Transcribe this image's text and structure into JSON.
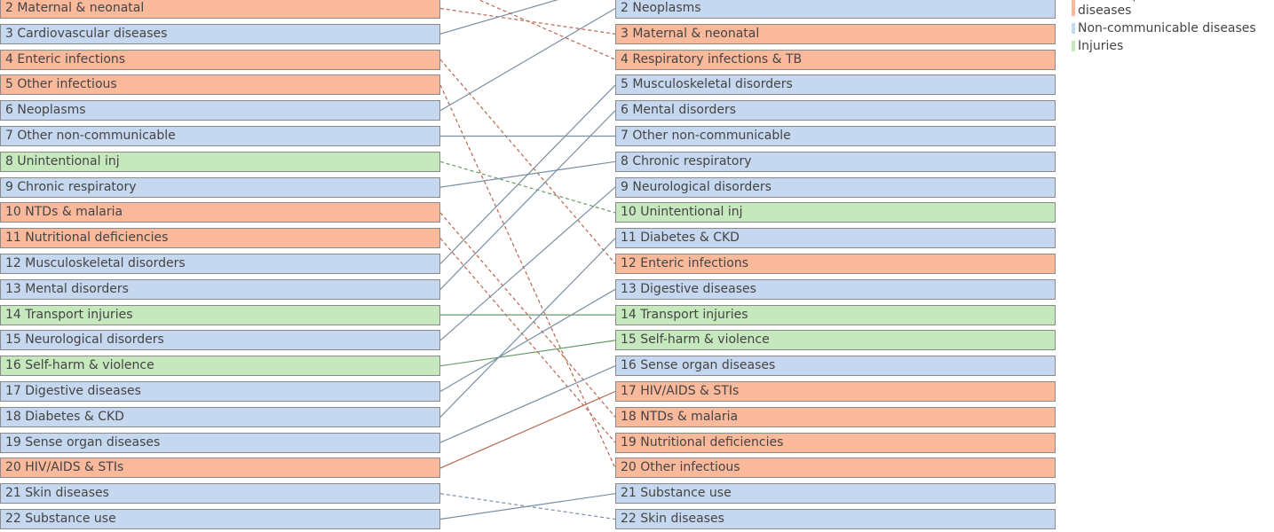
{
  "colors": {
    "cmnn_fill": "#fbb99b",
    "ncd_fill": "#c5d8ef",
    "inj_fill": "#c5e8bd",
    "cmnn_line": "#b8664f",
    "ncd_line": "#7a8fa3",
    "inj_line": "#6a9a68"
  },
  "legend": [
    {
      "label": "neonatal, and nutritional diseases",
      "group": "cmnn"
    },
    {
      "label": "Non-communicable diseases",
      "group": "ncd"
    },
    {
      "label": "Injuries",
      "group": "inj"
    }
  ],
  "left_column": [
    {
      "label": "2 Maternal & neonatal",
      "group": "cmnn",
      "rank": 2
    },
    {
      "label": "3 Cardiovascular diseases",
      "group": "ncd",
      "rank": 3
    },
    {
      "label": "4 Enteric infections",
      "group": "cmnn",
      "rank": 4
    },
    {
      "label": "5 Other infectious",
      "group": "cmnn",
      "rank": 5
    },
    {
      "label": "6 Neoplasms",
      "group": "ncd",
      "rank": 6
    },
    {
      "label": "7 Other non-communicable",
      "group": "ncd",
      "rank": 7
    },
    {
      "label": "8 Unintentional inj",
      "group": "inj",
      "rank": 8
    },
    {
      "label": "9 Chronic respiratory",
      "group": "ncd",
      "rank": 9
    },
    {
      "label": "10 NTDs & malaria",
      "group": "cmnn",
      "rank": 10
    },
    {
      "label": "11 Nutritional deficiencies",
      "group": "cmnn",
      "rank": 11
    },
    {
      "label": "12 Musculoskeletal disorders",
      "group": "ncd",
      "rank": 12
    },
    {
      "label": "13 Mental disorders",
      "group": "ncd",
      "rank": 13
    },
    {
      "label": "14 Transport injuries",
      "group": "inj",
      "rank": 14
    },
    {
      "label": "15 Neurological disorders",
      "group": "ncd",
      "rank": 15
    },
    {
      "label": "16 Self-harm & violence",
      "group": "inj",
      "rank": 16
    },
    {
      "label": "17 Digestive diseases",
      "group": "ncd",
      "rank": 17
    },
    {
      "label": "18 Diabetes & CKD",
      "group": "ncd",
      "rank": 18
    },
    {
      "label": "19 Sense organ diseases",
      "group": "ncd",
      "rank": 19
    },
    {
      "label": "20 HIV/AIDS & STIs",
      "group": "cmnn",
      "rank": 20
    },
    {
      "label": "21 Skin diseases",
      "group": "ncd",
      "rank": 21
    },
    {
      "label": "22 Substance use",
      "group": "ncd",
      "rank": 22
    }
  ],
  "right_column": [
    {
      "label": "2 Neoplasms",
      "group": "ncd",
      "rank": 2
    },
    {
      "label": "3 Maternal & neonatal",
      "group": "cmnn",
      "rank": 3
    },
    {
      "label": "4 Respiratory infections & TB",
      "group": "cmnn",
      "rank": 4
    },
    {
      "label": "5 Musculoskeletal disorders",
      "group": "ncd",
      "rank": 5
    },
    {
      "label": "6 Mental disorders",
      "group": "ncd",
      "rank": 6
    },
    {
      "label": "7 Other non-communicable",
      "group": "ncd",
      "rank": 7
    },
    {
      "label": "8 Chronic respiratory",
      "group": "ncd",
      "rank": 8
    },
    {
      "label": "9 Neurological disorders",
      "group": "ncd",
      "rank": 9
    },
    {
      "label": "10 Unintentional inj",
      "group": "inj",
      "rank": 10
    },
    {
      "label": "11 Diabetes & CKD",
      "group": "ncd",
      "rank": 11
    },
    {
      "label": "12 Enteric infections",
      "group": "cmnn",
      "rank": 12
    },
    {
      "label": "13 Digestive diseases",
      "group": "ncd",
      "rank": 13
    },
    {
      "label": "14 Transport injuries",
      "group": "inj",
      "rank": 14
    },
    {
      "label": "15 Self-harm & violence",
      "group": "inj",
      "rank": 15
    },
    {
      "label": "16 Sense organ diseases",
      "group": "ncd",
      "rank": 16
    },
    {
      "label": "17 HIV/AIDS & STIs",
      "group": "cmnn",
      "rank": 17
    },
    {
      "label": "18 NTDs & malaria",
      "group": "cmnn",
      "rank": 18
    },
    {
      "label": "19 Nutritional deficiencies",
      "group": "cmnn",
      "rank": 19
    },
    {
      "label": "20 Other infectious",
      "group": "cmnn",
      "rank": 20
    },
    {
      "label": "21 Substance use",
      "group": "ncd",
      "rank": 21
    },
    {
      "label": "22 Skin diseases",
      "group": "ncd",
      "rank": 22
    }
  ],
  "links": [
    {
      "cause": "Maternal & neonatal",
      "group": "cmnn",
      "from_rank": 2,
      "to_rank": 3,
      "trend": "down"
    },
    {
      "cause": "Cardiovascular diseases",
      "group": "ncd",
      "from_rank": 3,
      "to_rank": 1,
      "trend": "up"
    },
    {
      "cause": "Enteric infections",
      "group": "cmnn",
      "from_rank": 4,
      "to_rank": 12,
      "trend": "down"
    },
    {
      "cause": "Other infectious",
      "group": "cmnn",
      "from_rank": 5,
      "to_rank": 20,
      "trend": "down"
    },
    {
      "cause": "Neoplasms",
      "group": "ncd",
      "from_rank": 6,
      "to_rank": 2,
      "trend": "up"
    },
    {
      "cause": "Other non-communicable",
      "group": "ncd",
      "from_rank": 7,
      "to_rank": 7,
      "trend": "same"
    },
    {
      "cause": "Unintentional inj",
      "group": "inj",
      "from_rank": 8,
      "to_rank": 10,
      "trend": "down"
    },
    {
      "cause": "Chronic respiratory",
      "group": "ncd",
      "from_rank": 9,
      "to_rank": 8,
      "trend": "up"
    },
    {
      "cause": "NTDs & malaria",
      "group": "cmnn",
      "from_rank": 10,
      "to_rank": 18,
      "trend": "down"
    },
    {
      "cause": "Nutritional deficiencies",
      "group": "cmnn",
      "from_rank": 11,
      "to_rank": 19,
      "trend": "down"
    },
    {
      "cause": "Musculoskeletal disorders",
      "group": "ncd",
      "from_rank": 12,
      "to_rank": 5,
      "trend": "up"
    },
    {
      "cause": "Mental disorders",
      "group": "ncd",
      "from_rank": 13,
      "to_rank": 6,
      "trend": "up"
    },
    {
      "cause": "Transport injuries",
      "group": "inj",
      "from_rank": 14,
      "to_rank": 14,
      "trend": "same"
    },
    {
      "cause": "Neurological disorders",
      "group": "ncd",
      "from_rank": 15,
      "to_rank": 9,
      "trend": "up"
    },
    {
      "cause": "Self-harm & violence",
      "group": "inj",
      "from_rank": 16,
      "to_rank": 15,
      "trend": "up"
    },
    {
      "cause": "Digestive diseases",
      "group": "ncd",
      "from_rank": 17,
      "to_rank": 13,
      "trend": "up"
    },
    {
      "cause": "Diabetes & CKD",
      "group": "ncd",
      "from_rank": 18,
      "to_rank": 11,
      "trend": "up"
    },
    {
      "cause": "Sense organ diseases",
      "group": "ncd",
      "from_rank": 19,
      "to_rank": 16,
      "trend": "up"
    },
    {
      "cause": "HIV/AIDS & STIs",
      "group": "cmnn",
      "from_rank": 20,
      "to_rank": 17,
      "trend": "up"
    },
    {
      "cause": "Skin diseases",
      "group": "ncd",
      "from_rank": 21,
      "to_rank": 22,
      "trend": "down"
    },
    {
      "cause": "Substance use",
      "group": "ncd",
      "from_rank": 22,
      "to_rank": 21,
      "trend": "up"
    },
    {
      "cause": "Respiratory infections & TB",
      "group": "cmnn",
      "from_rank": 1,
      "to_rank": 4,
      "trend": "down"
    }
  ]
}
